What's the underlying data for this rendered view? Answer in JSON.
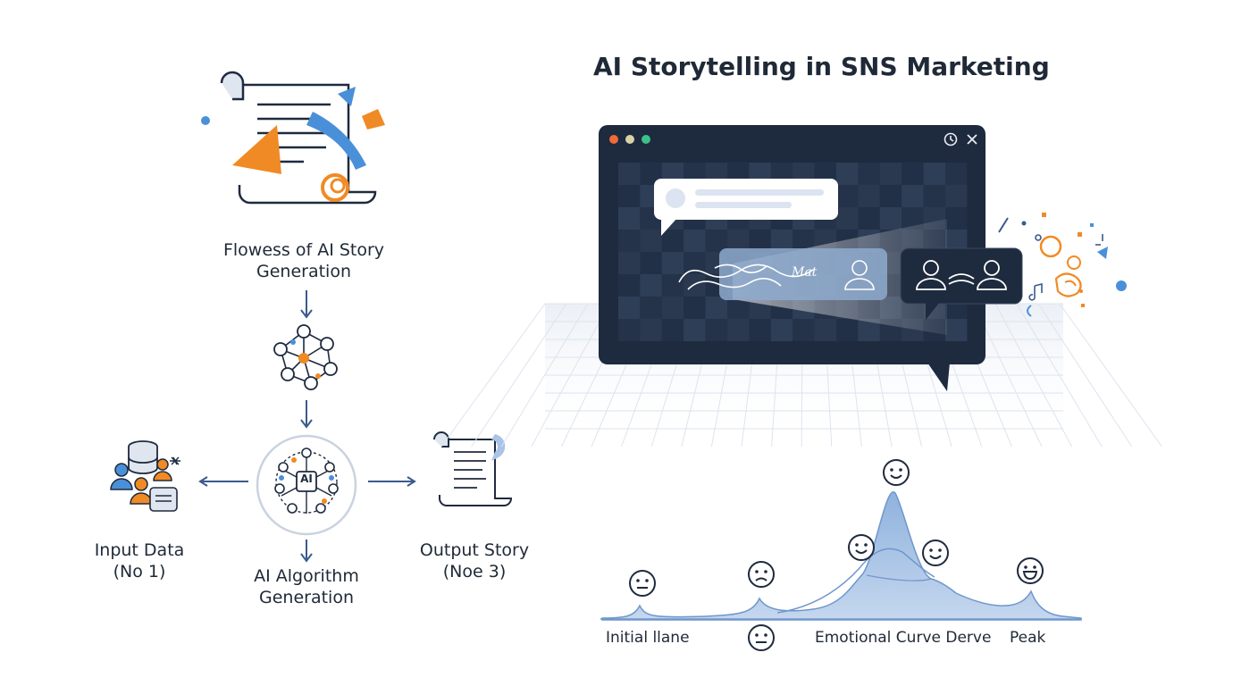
{
  "title": "AI Storytelling in SNS Marketing",
  "flow": {
    "step1_line1": "Flowess of AI Story",
    "step1_line2": "Generation",
    "input_line1": "Input Data",
    "input_line2": "(No 1)",
    "algo_line1": "AI Algorithm",
    "algo_line2": "Generation",
    "output_line1": "Output Story",
    "output_line2": "(Noe 3)",
    "ai_chip": "AI"
  },
  "window": {
    "bubble_text": "Mat"
  },
  "curve": {
    "label_initial": "Initial llane",
    "label_middle": "Emotional Curve Derve",
    "label_peak": "Peak"
  },
  "colors": {
    "dark_navy": "#1e2a3e",
    "accent_blue": "#4a90d9",
    "accent_orange": "#f08a24",
    "curve_fill": "#a9c4e6"
  }
}
